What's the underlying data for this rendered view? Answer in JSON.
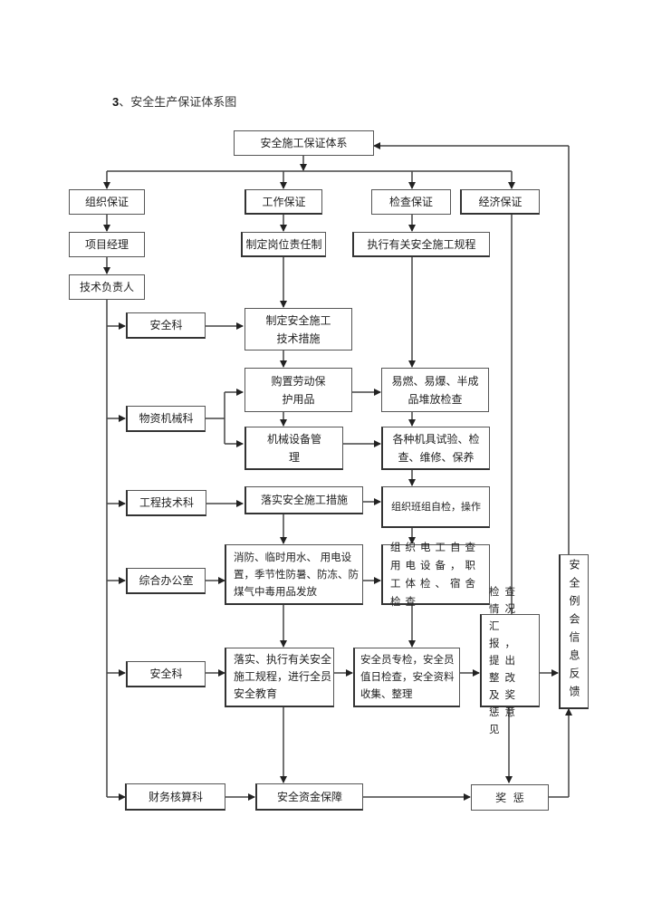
{
  "title": {
    "number": "3",
    "sep": "、",
    "text": "安全生产保证体系图"
  },
  "nodes": {
    "root": "安全施工保证体系",
    "org": "组织保证",
    "work": "工作保证",
    "check": "检查保证",
    "econ": "经济保证",
    "pm": "项目经理",
    "tech_lead": "技术负责人",
    "post_resp": "制定岗位责任制",
    "exec_rules": "执行有关安全施工规程",
    "safety_dept_1": "安全科",
    "material_dept": "物资机械科",
    "eng_dept": "工程技术科",
    "office": "综合办公室",
    "safety_dept_2": "安全科",
    "finance_dept": "财务核算科",
    "tech_measures": "制定安全施工技术措施",
    "purchase_ppe": "购置劳动保护用品",
    "equip_mgmt": "机械设备管理",
    "implement_measures": "落实安全施工措施",
    "fire_etc": "消防、临时用水、 用电设置，季节性防暑、防冻、防煤气中毒用品发放",
    "implement_rules": "落实、执行有关安全施工规程，进行全员安全教育",
    "fund_guarantee": "安全资金保障",
    "hazmat_check": "易燃、易爆、半成品堆放检查",
    "machine_test": "各种机具试验、检查、维修、保养",
    "team_selfcheck": "组织班组自检，操作",
    "electric_check": "组织电工自查用电设备，职工体检、宿舍检查",
    "inspector": "安全员专检，安全员值日检查，安全资料收集、整理",
    "report": "检查情况汇报，提出整改及奖惩意见",
    "feedback": "安全例会信息反馈",
    "reward": "奖  惩"
  }
}
